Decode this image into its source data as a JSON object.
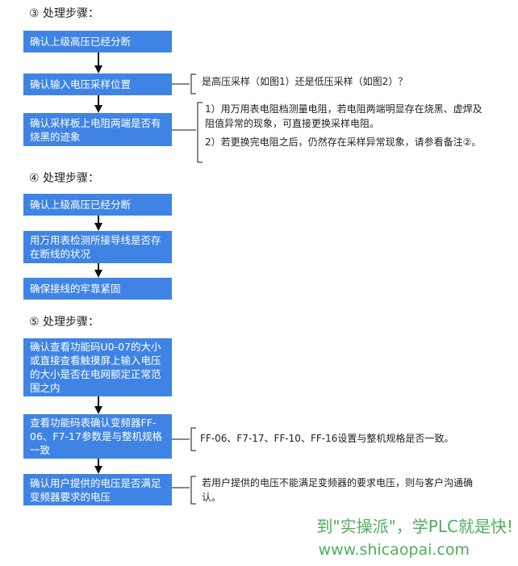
{
  "section3": {
    "title": "③ 处理步骤：",
    "steps": [
      "确认上级高压已经分断",
      "确认输入电压采样位置",
      "确认采样板上电阻两端是否有烧黑的迹象"
    ],
    "note_position": "是高压采样（如图1）还是低压采样（如图2）？",
    "note_resistor_1": "1）用万用表电阻档测量电阻，若电阻两端明显存在烧黑、虚焊及阻值异常的现象，可直接更换采样电阻。",
    "note_resistor_2": "2）若更换完电阻之后，仍然存在采样异常现象，请参看备注②。"
  },
  "section4": {
    "title": "④ 处理步骤：",
    "steps": [
      "确认上级高压已经分断",
      "用万用表检测所接导线是否存在断线的状况",
      "确保接线的牢靠紧固"
    ]
  },
  "section5": {
    "title": "⑤ 处理步骤：",
    "steps": [
      "确认查看功能码U0-07的大小或直接查看触摸屏上输入电压的大小是否在电网额定正常范围之内",
      "查看功能码表确认变频器FF-06、F7-17参数是与整机规格一致",
      "确认用户提供的电压是否满足变频器要求的电压"
    ],
    "note_params": "FF-06、F7-17、FF-10、FF-16设置与整机规格是否一致。",
    "note_voltage": "若用户提供的电压不能满足变频器的要求电压，则与客户沟通确认。"
  },
  "footer": {
    "slogan": "到\"实操派\"，学PLC就是快!",
    "url": "www.shicaopai.com"
  },
  "colors": {
    "box": "#3f84e5",
    "footer": "#4fae5f",
    "line": "#111111"
  }
}
